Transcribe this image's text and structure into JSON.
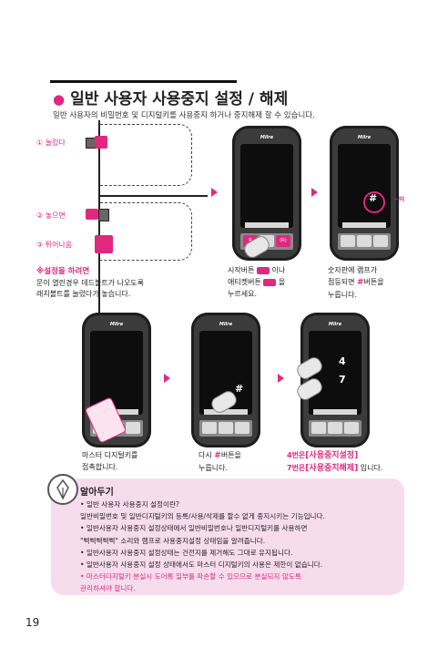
{
  "header": {
    "title": "일반 사용자 사용중지 설정 / 해제",
    "subtitle": "일반 사용자의 비밀번호 및 디지털키를 사용중지 하거나 중지해제 할 수 있습니다."
  },
  "latch_steps": {
    "step1": "① 눌렀다",
    "step2": "② 놓으면",
    "step3": "③ 튀어나옴"
  },
  "setting_note": {
    "heading": "※설정을 하려면",
    "line1": "문이 열린경우 데드볼트가 나오도록",
    "line2": "래치볼트를 눌렀다가 놓습니다."
  },
  "device_brand": "Milre",
  "device_keys": {
    "left": "R",
    "mid": "",
    "right": "(R)"
  },
  "captions": {
    "c2_line1": "시작버튼",
    "c2_line1b": "이나",
    "c2_line2": "애티켓버튼",
    "c2_line2b": "을",
    "c2_line3": "누르세요.",
    "c3_line1": "숫자판에 램프가",
    "c3_line2a": "점등되면",
    "c3_hash": "#",
    "c3_line2b": "버튼을",
    "c3_line3": "누릅니다.",
    "c4_line1": "마스터 디지털키를",
    "c4_line2": "접촉합니다.",
    "c5_line1a": "다시",
    "c5_hash": "#",
    "c5_line1b": "버튼을",
    "c5_line2": "누릅니다.",
    "c6_line1a": "4번은",
    "c6_line1b": "[사용중지설정]",
    "c6_line2a": "7번은",
    "c6_line2b": "[사용중지해제]",
    "c6_line2c": "입니다."
  },
  "callouts": {
    "beep": "~삑",
    "num4": "4",
    "num7": "7",
    "hash": "#"
  },
  "tips": {
    "title": "알아두기",
    "items": [
      "• 일반 사용자 사용중지 설정이란?",
      "   일반비밀번호 및 일반디지털키의 등록/사용/삭제를 할수 없게 중지시키는 기능입니다.",
      "• 일반사용자 사용중지 설정상태에서 일반비밀번호나 일반디지털키를 사용하면",
      "   \"삑삑삑삑삑\" 소리와 램프로 사용중지설정 상태임을 알려줍니다.",
      "• 일반사용자 사용중지 설정상태는 건전지를 제거해도 그대로 유지됩니다.",
      "• 일반사용자 사용중지 설정 상태에서도 마스터 디지털키의 사용은 제한이 없습니다."
    ],
    "warning_line1": "• 마스터디지털키 분실시 도어록 일부를 파손할 수 있으므로 분실되지 않도록",
    "warning_line2": "   관리하셔야 합니다."
  },
  "page_number": "19",
  "colors": {
    "accent": "#e0287e",
    "tip_bg": "#f7dced",
    "device": "#3b3b3b"
  }
}
